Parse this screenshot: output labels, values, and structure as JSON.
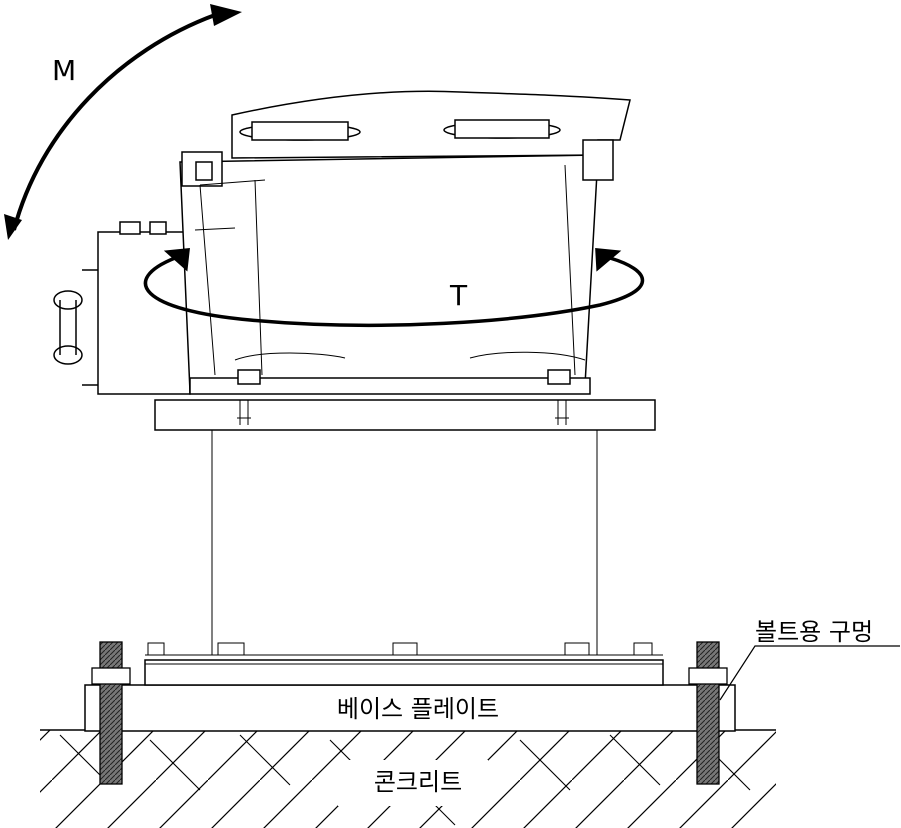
{
  "figure": {
    "labels": {
      "moment": "M",
      "torque": "T",
      "bolt_hole": "볼트용 구멍",
      "base_plate": "베이스 플레이트",
      "concrete": "콘크리트"
    },
    "colors": {
      "line": "#000000",
      "background": "#ffffff",
      "bolt_fill": "#555555"
    }
  }
}
